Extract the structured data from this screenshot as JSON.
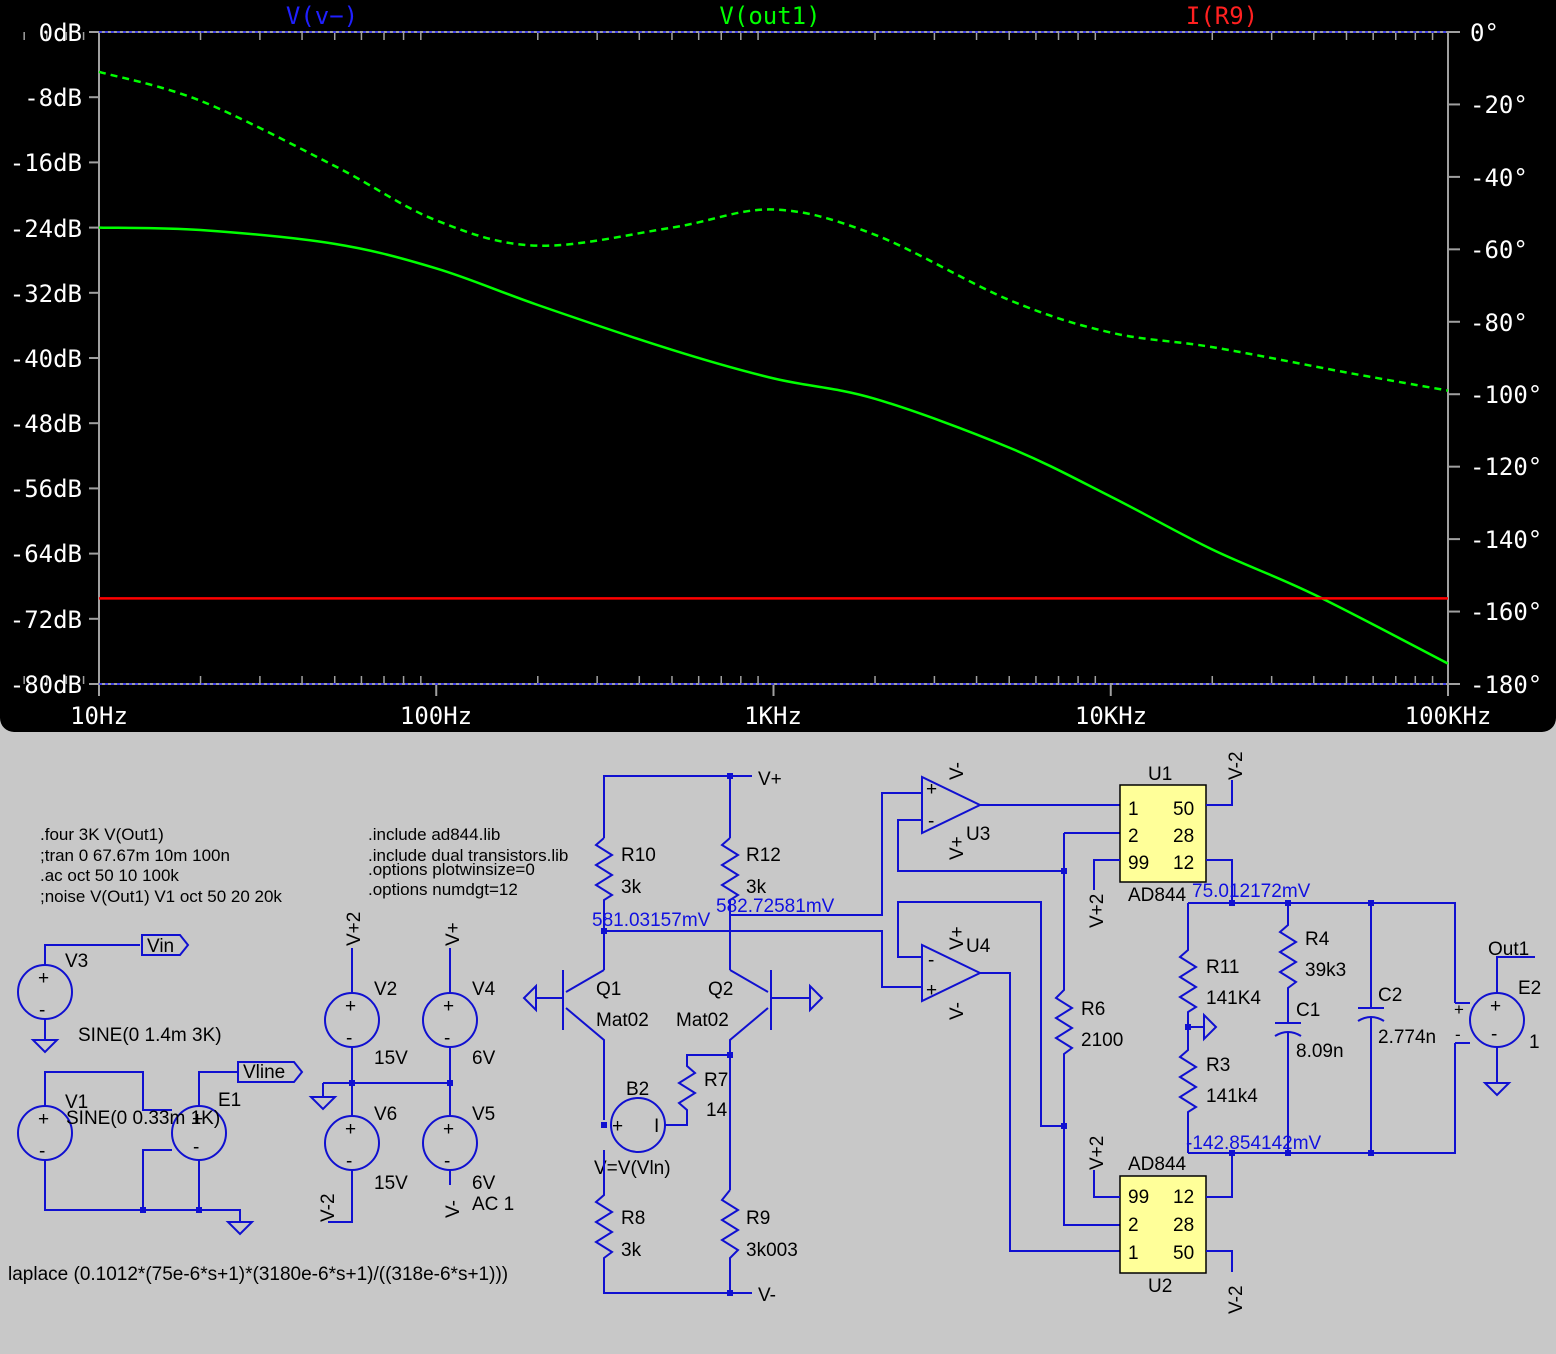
{
  "plot": {
    "traces": [
      {
        "name": "V(v−)",
        "color": "#2020ff"
      },
      {
        "name": "V(out1)",
        "color": "#00ff00"
      },
      {
        "name": "I(R9)",
        "color": "#ff0000"
      }
    ],
    "left_ticks": [
      "0dB",
      "-8dB",
      "-16dB",
      "-24dB",
      "-32dB",
      "-40dB",
      "-48dB",
      "-56dB",
      "-64dB",
      "-72dB",
      "-80dB"
    ],
    "right_ticks": [
      "0°",
      "-20°",
      "-40°",
      "-60°",
      "-80°",
      "-100°",
      "-120°",
      "-140°",
      "-160°",
      "-180°"
    ],
    "x_ticks": [
      "10Hz",
      "100Hz",
      "1KHz",
      "10KHz",
      "100KHz"
    ]
  },
  "chart_data": {
    "type": "line",
    "xscale": "log",
    "xlim": [
      10,
      100000
    ],
    "ylim_left": [
      -80,
      0
    ],
    "ylim_right": [
      -180,
      0
    ],
    "xlabel": "",
    "ylabel": "",
    "series": [
      {
        "name": "V(out1)",
        "kind": "magnitude (dB)",
        "axis": "left",
        "style": "solid",
        "color": "#00ff00",
        "x": [
          10,
          20,
          50,
          100,
          200,
          500,
          1000,
          2000,
          5000,
          10000,
          20000,
          40000,
          100000
        ],
        "y": [
          -24.0,
          -24.3,
          -26,
          -29,
          -33.5,
          -39,
          -42.5,
          -45,
          -51,
          -57,
          -63.5,
          -69,
          -77.5
        ]
      },
      {
        "name": "V(out1)",
        "kind": "phase (deg)",
        "axis": "right",
        "style": "dashed",
        "color": "#00ff00",
        "x": [
          10,
          20,
          50,
          100,
          200,
          500,
          1000,
          2000,
          5000,
          10000,
          20000,
          50000,
          100000
        ],
        "y": [
          -11,
          -19,
          -37,
          -52,
          -59,
          -54,
          -49,
          -56,
          -74,
          -83,
          -87,
          -94,
          -99
        ]
      },
      {
        "name": "I(R9)",
        "kind": "magnitude (dB)",
        "axis": "left",
        "style": "solid",
        "color": "#ff0000",
        "x": [
          10,
          100000
        ],
        "y": [
          -69.5,
          -69.5
        ]
      },
      {
        "name": "V(v−)",
        "kind": "phase (deg)",
        "axis": "left",
        "style": "dotted",
        "color": "#2020ff",
        "x": [
          10,
          100000
        ],
        "y": [
          0,
          0
        ]
      }
    ]
  },
  "schematic": {
    "directives": [
      ".four 3K V(Out1)",
      ";tran 0 67.67m 10m 100n",
      ".ac oct 50 10 100k",
      ";noise V(Out1) V1 oct 50 20 20k"
    ],
    "includes": [
      ".include ad844.lib",
      ".include dual transistors.lib",
      ".options plotwinsize=0",
      ".options numdgt=12"
    ],
    "laplace": "laplace (0.1012*(75e-6*s+1)*(3180e-6*s+1)/((318e-6*s+1)))",
    "nodes": {
      "vin": "Vin",
      "vline": "Vline",
      "out1": "Out1",
      "vp": "V+",
      "vm": "V-",
      "vp2": "V+2",
      "vm2": "V-2"
    },
    "sources": {
      "v3": {
        "name": "V3",
        "value": "SINE(0 1.4m 3K)"
      },
      "v1": {
        "name": "V1",
        "value": "SINE(0 0.33m 1K)"
      },
      "e1": {
        "name": "E1"
      },
      "e2": {
        "name": "E2",
        "gain": "1"
      },
      "v2": {
        "name": "V2",
        "value": "15V"
      },
      "v4": {
        "name": "V4",
        "value": "6V"
      },
      "v6": {
        "name": "V6",
        "value": "15V"
      },
      "v5": {
        "name": "V5",
        "value": "6V",
        "value2": "AC 1"
      },
      "b2": {
        "name": "B2",
        "value": "V=V(Vln)"
      }
    },
    "resistors": {
      "r10": {
        "name": "R10",
        "value": "3k"
      },
      "r12": {
        "name": "R12",
        "value": "3k"
      },
      "r8": {
        "name": "R8",
        "value": "3k"
      },
      "r9": {
        "name": "R9",
        "value": "3k003"
      },
      "r7": {
        "name": "R7",
        "value": "14"
      },
      "r6": {
        "name": "R6",
        "value": "2100"
      },
      "r11": {
        "name": "R11",
        "value": "141K4"
      },
      "r3": {
        "name": "R3",
        "value": "141k4"
      },
      "r4": {
        "name": "R4",
        "value": "39k3"
      }
    },
    "capacitors": {
      "c1": {
        "name": "C1",
        "value": "8.09n"
      },
      "c2": {
        "name": "C2",
        "value": "2.774n"
      }
    },
    "transistors": {
      "q1": {
        "name": "Q1",
        "model": "Mat02"
      },
      "q2": {
        "name": "Q2",
        "model": "Mat02"
      }
    },
    "opamps": {
      "u3": "U3",
      "u4": "U4"
    },
    "ad844": {
      "u1": {
        "name": "U1",
        "part": "AD844",
        "pins": [
          "1",
          "50",
          "2",
          "28",
          "99",
          "12"
        ]
      },
      "u2": {
        "name": "U2",
        "part": "AD844",
        "pins": [
          "99",
          "12",
          "2",
          "28",
          "1",
          "50"
        ]
      }
    },
    "voltages": {
      "q1c": "581.03157mV",
      "q2c": "582.72581mV",
      "u1out": "75.012172mV",
      "u2out": "-142.854142mV"
    }
  }
}
